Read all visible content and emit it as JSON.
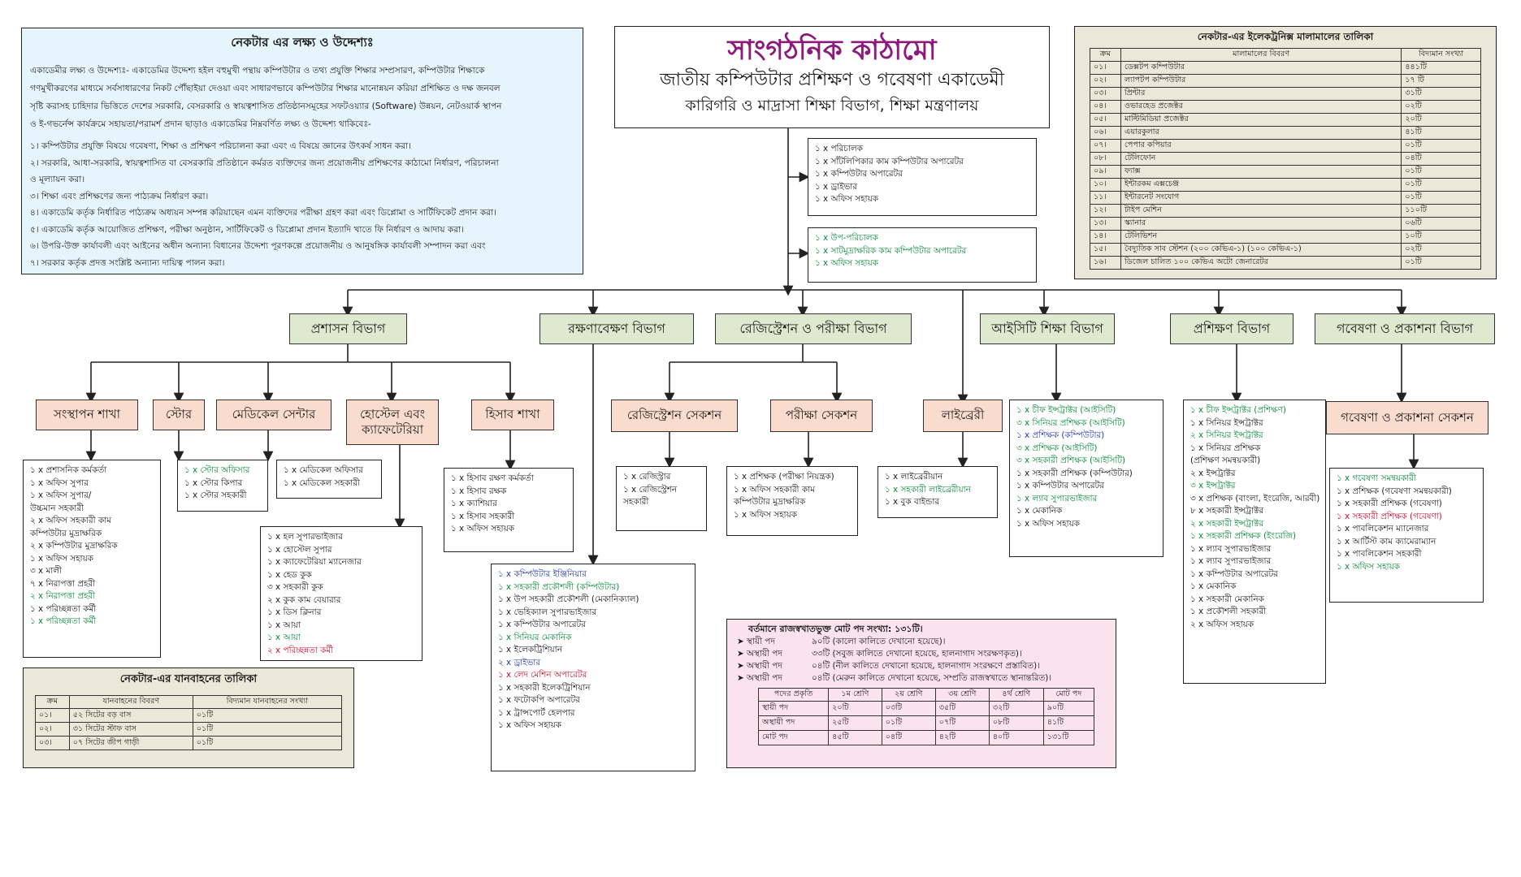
{
  "aims": {
    "title": "নেকটার এর লক্ষ্য ও উদ্দেশ্যঃ",
    "intro": [
      "একাডেমীর লক্ষ্য ও উদ্দেশ্যঃ- একাডেমির উদ্দেশ্য হইল বহুমুখী পন্থায় কম্পিউটার ও তথ্য প্রযুক্তি শিক্ষার সম্প্রসারণ, কম্পিউটার শিক্ষাকে",
      "গণমুখীকরণের মাধ্যমে সর্বসাধারণের নিকট পৌঁছাইয়া দেওয়া এবং সাধারণভাবে কম্পিউটার শিক্ষার মানোন্নয়ন করিয়া প্রশিক্ষিত ও দক্ষ জনবল",
      "সৃষ্টি করাসহ চাহিদার ভিত্তিতে দেশের সরকারি, বেসরকারি ও স্বায়ত্বশাসিত প্রতিষ্ঠানসমূহের সফটওয়্যার (Software) উন্নয়ন, নেটওয়ার্ক স্থাপন",
      "ও ই-গভর্নেন্স কার্যক্রমে সহায়তা/পরামর্শ প্রদান ছাড়াও একাডেমির নিম্নবর্ণিত লক্ষ্য ও উদ্দেশ্য থাকিবেঃ-"
    ],
    "points": [
      "১। কম্পিউটার প্রযুক্তি বিষয়ে গবেষণা, শিক্ষা ও প্রশিক্ষণ পরিচালনা করা এবং এ বিষয়ে জ্ঞানের উৎকর্ষ সাধন করা।",
      "২। সরকারি, আধা-সরকারি, স্বায়ত্বশাসিত বা বেসরকারি প্রতিষ্ঠানে কর্মরত ব্যক্তিদের জন্য প্রয়োজনীয় প্রশিক্ষণের কাঠামো নির্ধারণ, পরিচালনা",
      "ও মূল্যায়ন করা।",
      "৩। শিক্ষা এবং প্রশিক্ষণের জন্য পাঠ্যক্রম নির্ধারণ করা।",
      "৪। একাডেমি কর্তৃক নির্ধারিত পাঠ্যক্রম অধ্যয়ন সম্পন্ন করিয়াছেন এমন ব্যক্তিদের পরীক্ষা গ্রহণ করা এবং ডিপ্লোমা ও সার্টিফিকেট প্রদান করা।",
      "৫। একাডেমি কর্তৃক আয়োজিত প্রশিক্ষণ, পরীক্ষা অনুষ্ঠান, সার্টিফিকেট ও ডিপ্লোমা প্রদান ইত্যাদি খাতে ফি নির্ধারণ ও আদায় করা।",
      "৬। উপরি-উক্ত কার্যাবলী এবং আইনের অধীন অন্যান্য বিধানের উদ্দেশ্য পূরণকল্পে প্রয়োজনীয় ও আনুষঙ্গিক কার্যাবলী সম্পাদন করা এবং",
      "৭। সরকার কর্তৃক প্রদত্ত সংশ্লিষ্ট অন্যান্য দায়িত্ব পালন করা।"
    ]
  },
  "header": {
    "title": "সাংগঠনিক কাঠামো",
    "subtitle": "জাতীয় কম্পিউটার প্রশিক্ষণ ও গবেষণা একাডেমী",
    "ministry": "কারিগরি ও মাদ্রাসা শিক্ষা বিভাগ, শিক্ষা মন্ত্রণালয়",
    "title_color": "#8b1a7a"
  },
  "top_staff_1": [
    {
      "text": "১ x পরিচালক",
      "color": "black"
    },
    {
      "text": "১ x সাঁটলিপিকার কাম কম্পিউটার অপারেটর",
      "color": "black"
    },
    {
      "text": "১ x কম্পিউটার অপারেটর",
      "color": "black"
    },
    {
      "text": "১ x ড্রাইভার",
      "color": "black"
    },
    {
      "text": "১ x অফিস সহায়ক",
      "color": "black"
    }
  ],
  "top_staff_2": [
    {
      "text": "১ x উপ-পরিচালক",
      "color": "green"
    },
    {
      "text": "১ x সাটমুদ্রাক্ষরিক কাম কম্পিউটার অপারেটর",
      "color": "green"
    },
    {
      "text": "১ x অফিস সহায়ক",
      "color": "green"
    }
  ],
  "equipment": {
    "title": "নেকটার-এর ইলেকট্রনিক্স মালামালের তালিকা",
    "headers": [
      "ক্রম",
      "মালামালের বিবরণ",
      "বিদ্যমান সংখ্যা"
    ],
    "rows": [
      [
        "০১।",
        "ডেক্সটপ কম্পিউটার",
        "৪৪১টি"
      ],
      [
        "০২।",
        "ল্যাপটপ কম্পিউটার",
        "১৭ টি"
      ],
      [
        "০৩।",
        "প্রিন্টার",
        "৩১টি"
      ],
      [
        "০৪।",
        "ওভারহেড প্রজেক্টর",
        "০২টি"
      ],
      [
        "০৫।",
        "মাল্টিমিডিয়া প্রজেক্টর",
        "২০টি"
      ],
      [
        "০৬।",
        "এয়ারকুলার",
        "৪১টি"
      ],
      [
        "০৭।",
        "পেপার কপিয়ার",
        "০১টি"
      ],
      [
        "০৮।",
        "টেলিফোন",
        "০৪টি"
      ],
      [
        "০৯।",
        "ফ্যাক্স",
        "০১টি"
      ],
      [
        "১০।",
        "ইন্টারকম এক্সচেঞ্জ",
        "০১টি"
      ],
      [
        "১১।",
        "ইন্টারনেট সংযোগ",
        "০১টি"
      ],
      [
        "১২।",
        "টাইপ মেশিন",
        "১১০টি"
      ],
      [
        "১৩।",
        "স্ক্যানার",
        "০৬টি"
      ],
      [
        "১৪।",
        "টেলিভিশন",
        "১০টি"
      ],
      [
        "১৫।",
        "বৈদ্যুতিক সাব স্টেশন (২০০ কেভিএ-১) (১০০ কেভিএ-১)",
        "০২টি"
      ],
      [
        "১৬।",
        "ডিজেল চালিত ১০০ কেভিএ অটো জেনারেটর",
        "০১টি"
      ]
    ]
  },
  "departments": {
    "admin": "প্রশাসন বিভাগ",
    "maintenance": "রক্ষণাবেক্ষণ বিভাগ",
    "registration": "রেজিস্ট্রেশন ও পরীক্ষা বিভাগ",
    "ict": "আইসিটি শিক্ষা বিভাগ",
    "training": "প্রশিক্ষণ বিভাগ",
    "research": "গবেষণা ও প্রকাশনা  বিভাগ"
  },
  "sections": {
    "establishment": "সংস্থাপন শাখা",
    "store": "স্টোর",
    "medical": "মেডিকেল সেন্টার",
    "hostel": "হোস্টেল এবং ক্যাফেটেরিয়া",
    "accounts": "হিসাব শাখা",
    "reg_section": "রেজিস্ট্রেশন সেকশন",
    "exam_section": "পরীক্ষা সেকশন",
    "library": "লাইব্রেরী",
    "research_section": "গবেষণা ও প্রকাশনা সেকশন"
  },
  "lists": {
    "establishment": [
      {
        "text": "১ x প্রশাসনিক কর্মকর্তা",
        "color": "black"
      },
      {
        "text": "১ x অফিস সুপার",
        "color": "black"
      },
      {
        "text": "১ x অফিস সুপার/",
        "color": "black"
      },
      {
        "text": "      উচ্চমান সহকারী",
        "color": "black"
      },
      {
        "text": "২ x অফিস সহকারী কাম",
        "color": "black"
      },
      {
        "text": "      কম্পিউটার মুদ্রাক্ষরিক",
        "color": "black"
      },
      {
        "text": "২ x কম্পিউটার মুদ্রাক্ষরিক",
        "color": "black"
      },
      {
        "text": "১ x অফিস সহায়ক",
        "color": "black"
      },
      {
        "text": "৩ x মালী",
        "color": "black"
      },
      {
        "text": "৭ x নিরাপত্তা প্রহরী",
        "color": "black"
      },
      {
        "text": "২ x নিরাপত্তা প্রহরী",
        "color": "green"
      },
      {
        "text": "১ x পরিচ্ছন্নতা কর্মী",
        "color": "black"
      },
      {
        "text": "১ x পরিচ্ছন্নতা কর্মী",
        "color": "green"
      }
    ],
    "store": [
      {
        "text": "১ x স্টোর অফিসার",
        "color": "green"
      },
      {
        "text": "১ x স্টোর কিপার",
        "color": "black"
      },
      {
        "text": "১ x স্টোর সহকারী",
        "color": "black"
      }
    ],
    "medical": [
      {
        "text": "১ x মেডিকেল অফিসার",
        "color": "black"
      },
      {
        "text": "১ x মেডিকেল সহকারী",
        "color": "black"
      }
    ],
    "hostel": [
      {
        "text": "১ x হল সুপারভাইজার",
        "color": "black"
      },
      {
        "text": "১ x হোস্টেল সুপার",
        "color": "black"
      },
      {
        "text": "১ x ক্যাফেটেরিয়া ম্যানেজার",
        "color": "black"
      },
      {
        "text": "১ x হেড কুক",
        "color": "black"
      },
      {
        "text": "৩ x সহকারী কুক",
        "color": "black"
      },
      {
        "text": "২ x কুক কাম বেয়ারার",
        "color": "black"
      },
      {
        "text": "১ x ডিস ক্লিনার",
        "color": "black"
      },
      {
        "text": "১ x আয়া",
        "color": "black"
      },
      {
        "text": "১ x আয়া",
        "color": "green"
      },
      {
        "text": "২ x পরিচ্ছন্নতা কর্মী",
        "color": "red"
      }
    ],
    "accounts": [
      {
        "text": "১ x হিসাব রক্ষণ কর্মকর্তা",
        "color": "black"
      },
      {
        "text": "১ x হিসাব রক্ষক",
        "color": "black"
      },
      {
        "text": "১ x ক্যাশিয়ার",
        "color": "black"
      },
      {
        "text": "১ x হিসাব সহকারী",
        "color": "black"
      },
      {
        "text": "১ x অফিস সহায়ক",
        "color": "black"
      }
    ],
    "reg_section": [
      {
        "text": "১ x রেজিস্ট্রার",
        "color": "black"
      },
      {
        "text": "১ x রেজিস্ট্রেশন",
        "color": "black"
      },
      {
        "text": "      সহকারী",
        "color": "black"
      }
    ],
    "exam_section": [
      {
        "text": "১ x প্রশিক্ষক (পরীক্ষা নিয়ন্ত্রক)",
        "color": "black"
      },
      {
        "text": "১ x অফিস সহকারী কাম",
        "color": "black"
      },
      {
        "text": "      কম্পিউটার মুদ্রাক্ষরিক",
        "color": "black"
      },
      {
        "text": "১ x অফিস সহায়ক",
        "color": "black"
      }
    ],
    "library": [
      {
        "text": "১ x লাইব্রেরীয়ান",
        "color": "black"
      },
      {
        "text": "১ x সহকারী লাইব্রেরীয়ান",
        "color": "green"
      },
      {
        "text": "১ x বুক বাইন্ডার",
        "color": "black"
      }
    ],
    "maintenance": [
      {
        "text": "১ x কম্পিউটার ইঞ্জিনিয়ার",
        "color": "blue"
      },
      {
        "text": "১ x সহকারী প্রকৌশলী (কম্পিউটার)",
        "color": "green"
      },
      {
        "text": "১ x উপ সহকারী প্রকৌশলী (মেকানিক্যাল)",
        "color": "black"
      },
      {
        "text": "১ x ভেহিক্যাল সুপারভাইজার",
        "color": "black"
      },
      {
        "text": "১ x কম্পিউটার অপারেটর",
        "color": "black"
      },
      {
        "text": "১ x সিনিয়র মেকানিক",
        "color": "green"
      },
      {
        "text": "১ x ইলেকট্রিশিয়ান",
        "color": "black"
      },
      {
        "text": "২ x ড্রাইভার",
        "color": "blue"
      },
      {
        "text": "১ x লেদ মেশিন অপারেটর",
        "color": "red"
      },
      {
        "text": "১ x সহকারী ইলেকট্রিশিয়ান",
        "color": "black"
      },
      {
        "text": "১ x ফটোকপি অপারেটর",
        "color": "black"
      },
      {
        "text": "১ x ট্রান্সপোর্ট হেলপার",
        "color": "black"
      },
      {
        "text": "১ x অফিস সহায়ক",
        "color": "black"
      }
    ],
    "ict": [
      {
        "text": "১ x চীফ ইন্সট্রাক্টর (আইসিটি)",
        "color": "green"
      },
      {
        "text": "৩ x সিনিয়র প্রশিক্ষক (আইসিটি)",
        "color": "green"
      },
      {
        "text": "১ x প্রশিক্ষক (কম্পিউটার)",
        "color": "blue"
      },
      {
        "text": "৩ x প্রশিক্ষক (আইসিটি)",
        "color": "green"
      },
      {
        "text": "৩ x সহকারী প্রশিক্ষক (আইসিটি)",
        "color": "green"
      },
      {
        "text": "১ x সহকারী প্রশিক্ষক (কম্পিউটার)",
        "color": "black"
      },
      {
        "text": "১ x কম্পিউটার অপারেটর",
        "color": "black"
      },
      {
        "text": "১ x ল্যাব সুপারভাইজার",
        "color": "green"
      },
      {
        "text": "১ x মেকানিক",
        "color": "black"
      },
      {
        "text": "১ x অফিস সহায়ক",
        "color": "black"
      }
    ],
    "training": [
      {
        "text": "১ x চীফ ইন্সট্রাক্টর (প্রশিক্ষণ)",
        "color": "green"
      },
      {
        "text": "১ x সিনিয়র ইন্সট্রাক্টর",
        "color": "black"
      },
      {
        "text": "২ x সিনিয়র ইন্সট্রাক্টর",
        "color": "green"
      },
      {
        "text": "১ x সিনিয়র প্রশিক্ষক",
        "color": "black"
      },
      {
        "text": "      (প্রশিক্ষণ সমন্বয়কারী)",
        "color": "black"
      },
      {
        "text": "২ x ইন্সট্রাক্টর",
        "color": "black"
      },
      {
        "text": "৩ x ইন্সট্রাক্টর",
        "color": "green"
      },
      {
        "text": "৩ x প্রশিক্ষক (বাংলা, ইংরেজি, আরবী)",
        "color": "black"
      },
      {
        "text": "৮ x সহকারী ইন্সট্রাক্টর",
        "color": "black"
      },
      {
        "text": "২ x সহকারী ইন্সট্রাক্টর",
        "color": "green"
      },
      {
        "text": "১ x সহকারী প্রশিক্ষক (ইংরেজি)",
        "color": "green"
      },
      {
        "text": "১ x ল্যাব সুপারভাইজার",
        "color": "black"
      },
      {
        "text": "১ x ল্যাব সুপারভাইজার",
        "color": "black"
      },
      {
        "text": "১ x কম্পিউটার অপারেটর",
        "color": "black"
      },
      {
        "text": "১ x মেকানিক",
        "color": "black"
      },
      {
        "text": "১ x সহকারী মেকানিক",
        "color": "black"
      },
      {
        "text": "১ x প্রকৌশলী সহকারী",
        "color": "black"
      },
      {
        "text": "২ x অফিস সহায়ক",
        "color": "black"
      }
    ],
    "research": [
      {
        "text": "১ x গবেষণা সমন্বয়কারী",
        "color": "green"
      },
      {
        "text": "১ x প্রশিক্ষক (গবেষণা সমন্বয়কারী)",
        "color": "black"
      },
      {
        "text": "১ x সহকারী প্রশিক্ষক (গবেষণা)",
        "color": "black"
      },
      {
        "text": "১ x সহকারী প্রশিক্ষক (গবেষণা)",
        "color": "red"
      },
      {
        "text": "১ x পাবলিকেশন ম্যানেজার",
        "color": "black"
      },
      {
        "text": "১ x আর্টিস্ট কাম ক্যামেরাম্যান",
        "color": "black"
      },
      {
        "text": "১ x পাবলিকেশন সহকারী",
        "color": "black"
      },
      {
        "text": "১ x অফিস সহায়ক",
        "color": "green"
      }
    ]
  },
  "vehicles": {
    "title": "নেকটার-এর যানবাহনের তালিকা",
    "headers": [
      "ক্রম",
      "যানবাহনের বিবরণ",
      "বিদ্যমান যানবাহনের সংখ্যা"
    ],
    "rows": [
      [
        "০১।",
        "৫২ সিটের বড় বাস",
        "০১টি"
      ],
      [
        "০২।",
        "৩১ সিটের স্টাফ বাস",
        "০১টি"
      ],
      [
        "০৩।",
        "০৭ সিটের জীপ গাড়ী",
        "০১টি"
      ]
    ]
  },
  "posts": {
    "title": "বর্তমানে রাজস্বখাতভুক্ত মোট পদ সংখ্যা: ১৩১টি।",
    "lines": [
      {
        "label": "স্থায়ী পদ",
        "value": "৯০টি (কালো কালিতে দেখানো হয়েছে)।"
      },
      {
        "label": "অস্থায়ী পদ",
        "value": "৩৩টি (সবুজ কালিতে দেখানো হয়েছে, হালনাগাদ সংরক্ষণকৃত)।"
      },
      {
        "label": "অস্থায়ী পদ",
        "value": "০৪টি (নীল কালিতে দেখানো হয়েছে, হালনাগাদ সংরক্ষণে প্রস্তাবিত)।"
      },
      {
        "label": "অস্থায়ী পদ",
        "value": "০৪টি (মেরুন কালিতে দেখানো হয়েছে, সম্প্রতি রাজস্বখাতে স্থানান্তরিত)।"
      }
    ],
    "headers": [
      "পদের প্রকৃতি",
      "১ম শ্রেণি",
      "২য় শ্রেণি",
      "৩য় শ্রেণি",
      "৪র্থ শ্রেণি",
      "মোট পদ"
    ],
    "rows": [
      [
        "স্থায়ী পদ",
        "২০টি",
        "০৩টি",
        "৩৫টি",
        "৩২টি",
        "৯০টি"
      ],
      [
        "অস্থায়ী পদ",
        "২৫টি",
        "০১টি",
        "০৭টি",
        "০৮টি",
        "৪১টি"
      ],
      [
        "মোট পদ",
        "৪৫টি",
        "০৪টি",
        "৪২টি",
        "৪০টি",
        "১৩১টি"
      ]
    ]
  },
  "colors": {
    "aims_bg": "#e6f4fb",
    "equipment_bg": "#ece8d9",
    "vehicles_bg": "#ece8d9",
    "posts_bg": "#fbe3ee",
    "dept_bg": "#dfe9cf",
    "section_bg": "#f9dccd",
    "green": "#0a8a3a",
    "blue": "#2438a8",
    "red": "#c8102e"
  }
}
